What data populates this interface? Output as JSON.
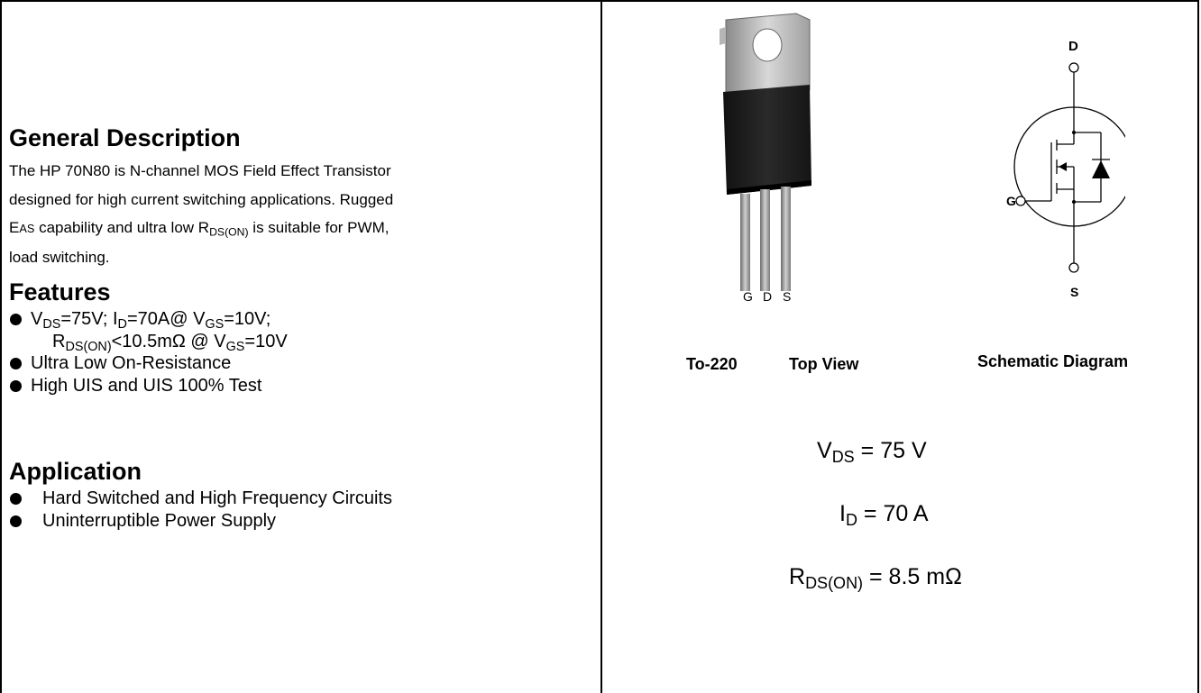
{
  "general": {
    "heading": "General Description",
    "line1": "The HP 70N80 is N-channel MOS Field Effect Transistor",
    "line2": "designed for high current switching applications. Rugged",
    "line3_a": "E",
    "line3_b": "AS",
    "line3_c": " capability and ultra low R",
    "line3_d": "DS(ON)",
    "line3_e": " is suitable for PWM,",
    "line4": "load switching."
  },
  "features": {
    "heading": "Features",
    "f1": {
      "a": "V",
      "b": "DS",
      "c": "=75V; I",
      "d": "D",
      "e": "=70A@ V",
      "f": "GS",
      "g": "=10V;"
    },
    "f1b": {
      "a": "R",
      "b": "DS(ON)",
      "c": "<10.5mΩ @ V",
      "d": "GS",
      "e": "=10V"
    },
    "f2": "Ultra Low On-Resistance",
    "f3": "High UIS and UIS 100% Test"
  },
  "application": {
    "heading": "Application",
    "a1": "Hard Switched and High Frequency Circuits",
    "a2": "Uninterruptible Power Supply"
  },
  "package": {
    "pins": [
      "G",
      "D",
      "S"
    ],
    "caption_pkg": "To-220",
    "caption_view": "Top View",
    "caption_schem": "Schematic Diagram"
  },
  "schematic": {
    "d": "D",
    "g": "G",
    "s": "S"
  },
  "ratings": {
    "vds": {
      "sym": "V",
      "sub": "DS",
      "val": " = 75 V"
    },
    "id": {
      "sym": "I",
      "sub": "D",
      "val": " = 70 A"
    },
    "rds": {
      "sym": "R",
      "sub": "DS(ON)",
      "val": " = 8.5 mΩ"
    }
  }
}
